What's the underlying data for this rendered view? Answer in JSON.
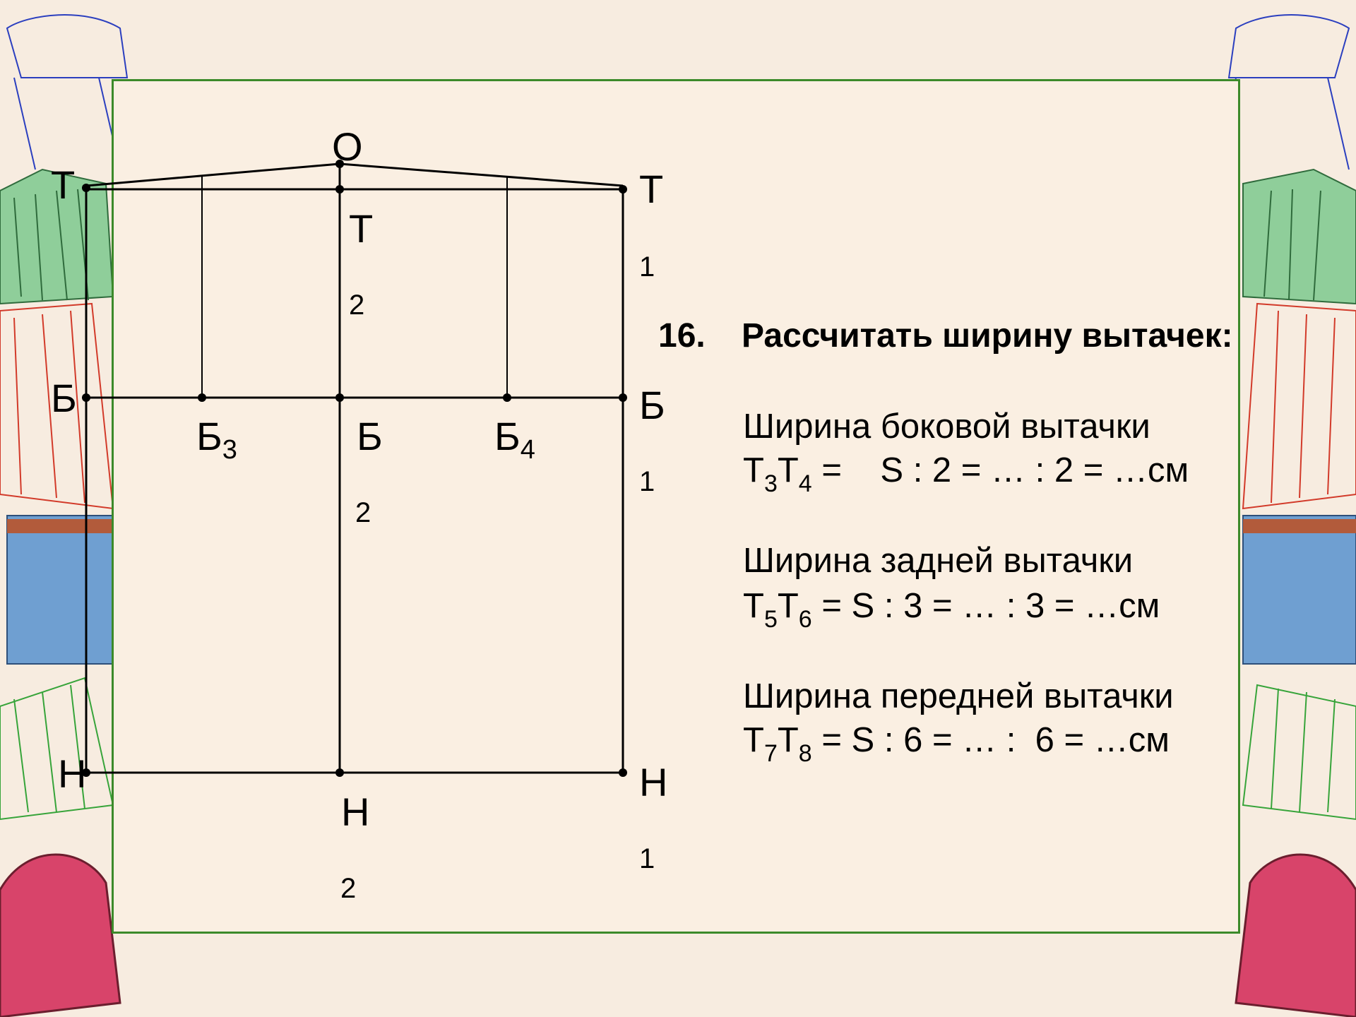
{
  "heading": {
    "number": "16.",
    "text": "Рассчитать ширину вытачек:"
  },
  "formulas": [
    {
      "title": "Ширина боковой вытачки",
      "a": "Т",
      "a_sub": "3",
      "b": "Т",
      "b_sub": "4",
      "expr": " =    S : 2 = … : 2 = …см"
    },
    {
      "title": "Ширина задней вытачки",
      "a": "Т",
      "a_sub": "5",
      "b": "Т",
      "b_sub": "6",
      "expr": " = S : 3 = … : 3 = …см"
    },
    {
      "title": "Ширина передней вытачки",
      "a": "Т",
      "a_sub": "7",
      "b": "Т",
      "b_sub": "8",
      "expr": " = S : 6 = … :  6 = …см"
    }
  ],
  "diagram": {
    "labels": {
      "O": "О",
      "T": "Т",
      "T1": "Т",
      "T1_idx": "1",
      "T2": "Т",
      "T2_idx": "2",
      "B": "Б",
      "B1": "Б",
      "B1_idx": "1",
      "B2": "Б",
      "B2_idx": "2",
      "B3": "Б",
      "B3_sub": "3",
      "B4": "Б",
      "B4_sub": "4",
      "H": "Н",
      "H1": "Н",
      "H1_idx": "1",
      "H2": "Н",
      "H2_idx": "2"
    }
  },
  "colors": {
    "background": "#f7ece0",
    "panel": "#faefe2",
    "panel_border": "#3c8a2a",
    "ink": "#000000"
  }
}
